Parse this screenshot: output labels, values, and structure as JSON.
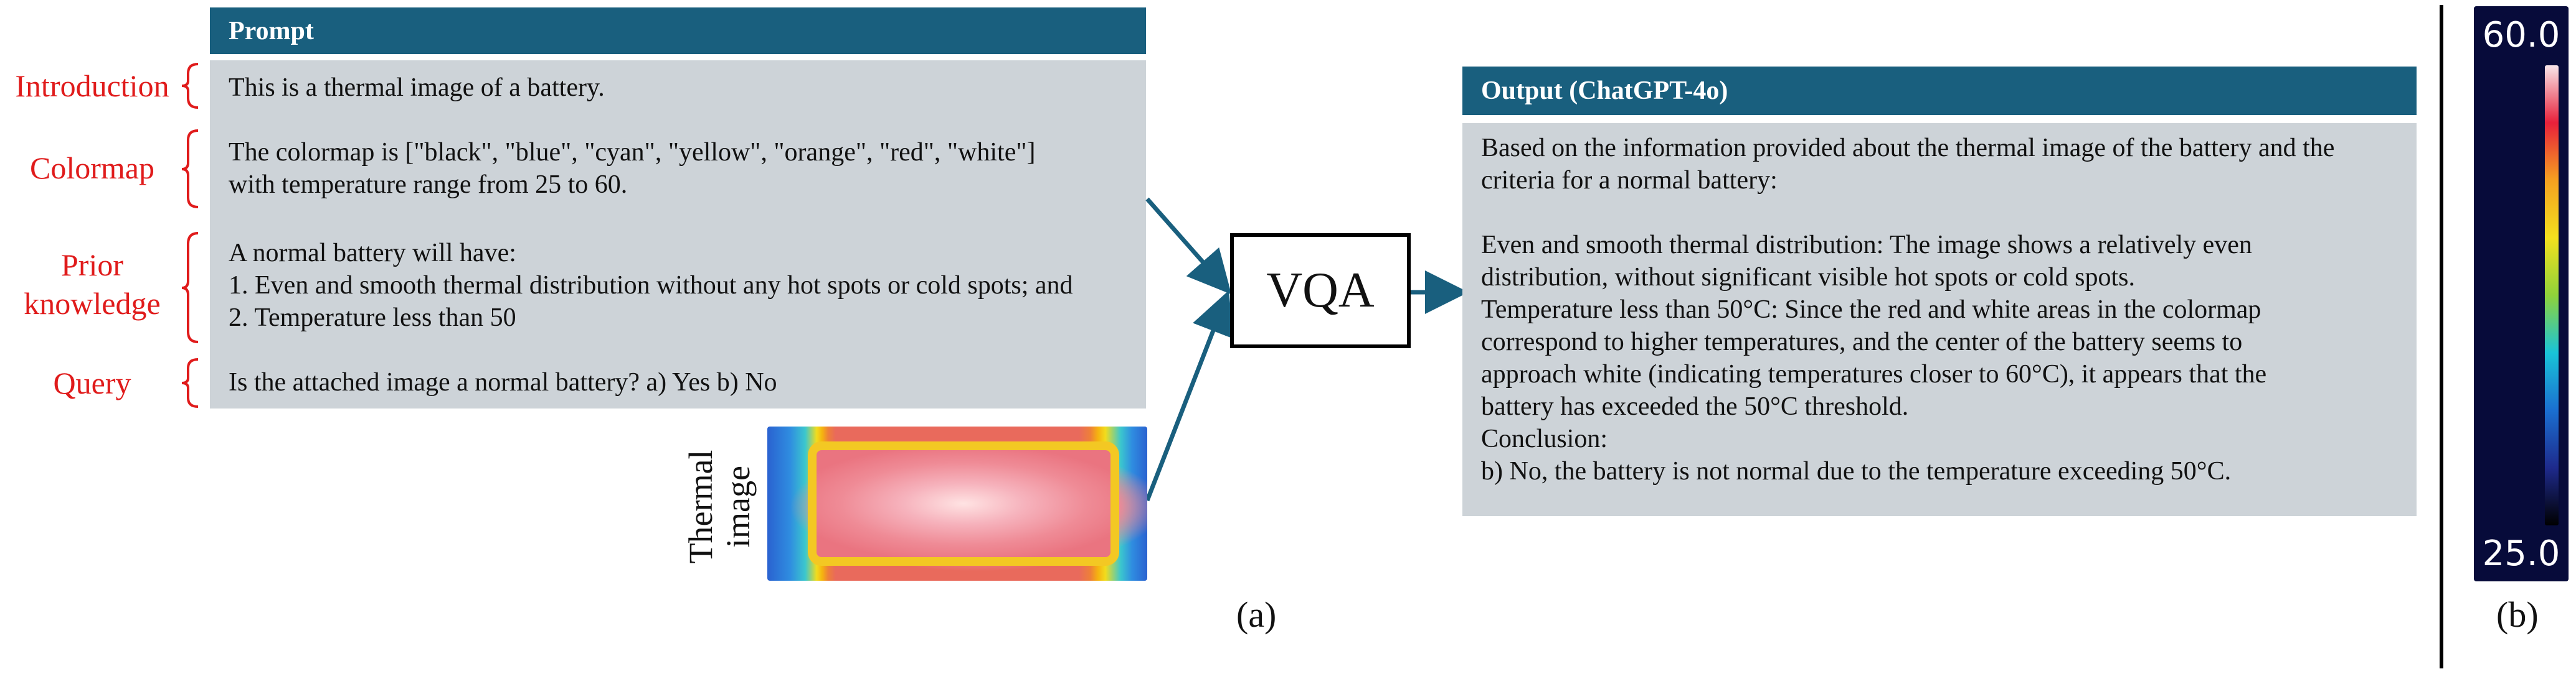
{
  "prompt": {
    "header": "Prompt",
    "introduction": "This is a thermal image of a battery.",
    "colormap_line1": "The colormap is [\"black\", \"blue\", \"cyan\", \"yellow\", \"orange\", \"red\", \"white\"]",
    "colormap_line2": "with temperature range from 25 to 60.",
    "prior_line1": "A normal battery will have:",
    "prior_line2": "1. Even and smooth thermal distribution without any hot spots or cold spots; and",
    "prior_line3": "2. Temperature less than 50",
    "query": "Is the attached image a normal battery? a) Yes b) No"
  },
  "side_labels": {
    "introduction": "Introduction",
    "colormap": "Colormap",
    "prior_line1": "Prior",
    "prior_line2": "knowledge",
    "query": "Query"
  },
  "thermal_label_line1": "Thermal",
  "thermal_label_line2": "image",
  "vqa_label": "VQA",
  "output": {
    "header": "Output (ChatGPT-4o)",
    "lines": [
      "Based on the information provided about the thermal image of the battery and the",
      "criteria for a normal battery:",
      "",
      "Even and smooth thermal distribution: The image shows a relatively even",
      "distribution, without significant visible hot spots or cold spots.",
      "Temperature less than 50°C: Since the red and white areas in the colormap",
      "correspond to higher temperatures, and the center of the battery seems to",
      "approach white (indicating temperatures closer to 60°C), it appears that the",
      "battery has exceeded the 50°C threshold.",
      "Conclusion:",
      "b) No, the battery is not normal due to the temperature exceeding 50°C."
    ]
  },
  "colorbar": {
    "max_label": "60.0",
    "min_label": "25.0",
    "colors": [
      "#000000",
      "#1e2a8c",
      "#1a6fd0",
      "#19c4d8",
      "#8fd23a",
      "#f4e01e",
      "#f5a020",
      "#e8203a",
      "#f9e6ea"
    ]
  },
  "caption_a": "(a)",
  "caption_b": "(b)",
  "colors": {
    "header_bg": "#195f7e",
    "panel_bg": "#cdd3d8",
    "label_red": "#e01b1b",
    "arrow": "#195f7e",
    "colorbar_bg": "#070b3a"
  }
}
